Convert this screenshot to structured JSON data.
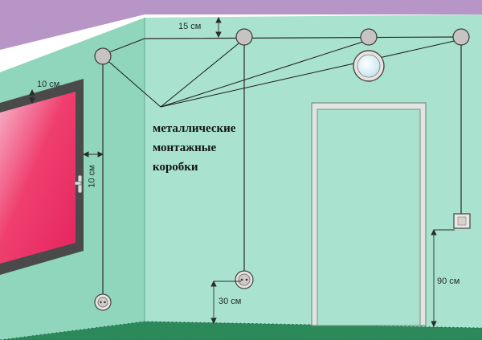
{
  "callout": {
    "lines": [
      "металлические",
      "монтажные",
      "коробки"
    ]
  },
  "dimensions": {
    "ceiling_gap": "15 см",
    "window_top_gap": "10 см",
    "window_side_gap": "10 см",
    "socket_height": "30 см",
    "switch_height": "90 см"
  },
  "colors": {
    "wall_front": "#a9e3cf",
    "wall_side": "#8fd6bd",
    "top_edge": "#b795c6",
    "floor": "#2c8a5a",
    "window_frame": "#4a4a4a",
    "window_glass": "#ef3f6e",
    "door_frame": "#e7ece9",
    "wire": "#2c2c2c",
    "box": "#c8c3c3"
  },
  "icons": {
    "junction_box": "round-gray-box-icon",
    "socket": "round-socket-icon",
    "switch": "square-switch-icon",
    "ceiling_light": "round-lamp-icon",
    "window_handle": "handle-icon"
  }
}
